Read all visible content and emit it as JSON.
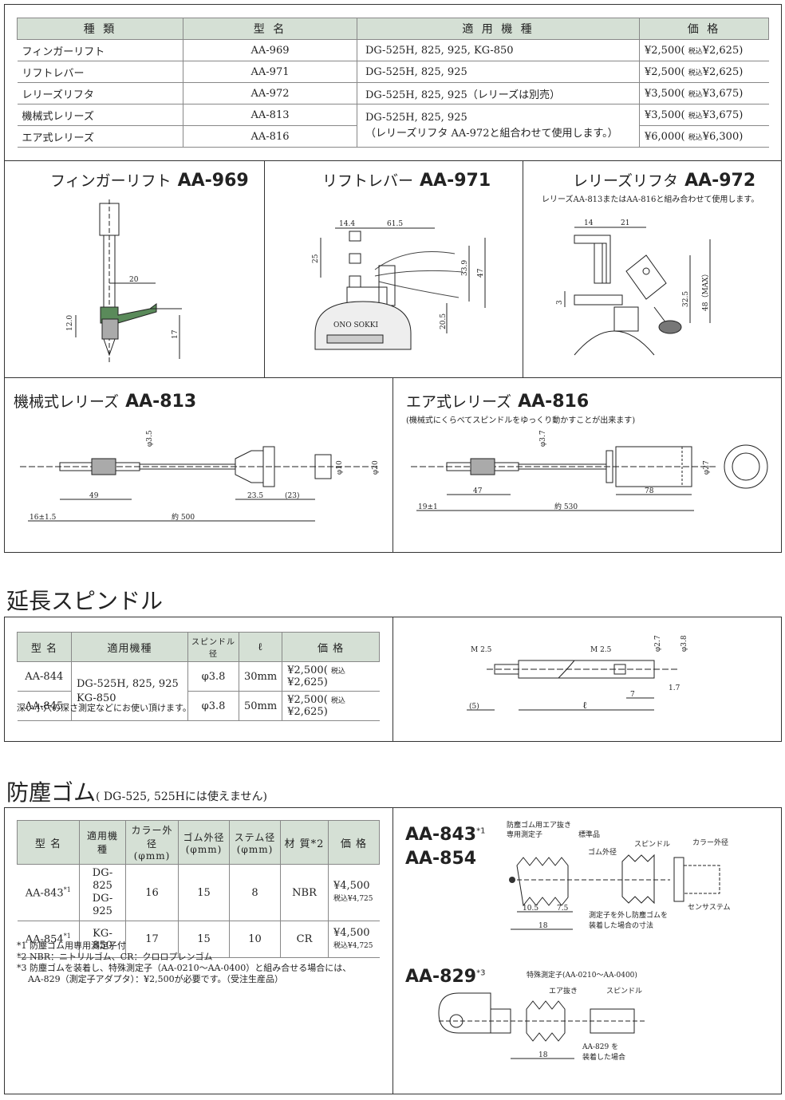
{
  "top_table": {
    "headers": [
      "種 類",
      "型 名",
      "適 用 機 種",
      "価 格"
    ],
    "rows": [
      {
        "type": "フィンガーリフト",
        "model": "AA-969",
        "models": "DG-525H, 825, 925, KG-850",
        "price": "¥2,500",
        "tax_label": "税込",
        "tax_price": "¥2,625"
      },
      {
        "type": "リフトレバー",
        "model": "AA-971",
        "models": "DG-525H, 825, 925",
        "price": "¥2,500",
        "tax_label": "税込",
        "tax_price": "¥2,625"
      },
      {
        "type": "レリーズリフタ",
        "model": "AA-972",
        "models": "DG-525H, 825, 925（レリーズは別売）",
        "price": "¥3,500",
        "tax_label": "税込",
        "tax_price": "¥3,675"
      },
      {
        "type": "機械式レリーズ",
        "model": "AA-813",
        "models": "DG-525H, 825, 925",
        "price": "¥3,500",
        "tax_label": "税込",
        "tax_price": "¥3,675"
      },
      {
        "type": "エア式レリーズ",
        "model": "AA-816",
        "models": "（レリーズリフタ AA-972と組合わせて使用します。）",
        "price": "¥6,000",
        "tax_label": "税込",
        "tax_price": "¥6,300"
      }
    ]
  },
  "diagrams": {
    "aa969": {
      "name": "フィンガーリフト",
      "model": "AA-969",
      "dims": [
        "20",
        "12.0",
        "17"
      ]
    },
    "aa971": {
      "name": "リフトレバー",
      "model": "AA-971",
      "dims": [
        "14.4",
        "61.5",
        "25",
        "33.9",
        "47",
        "20.5"
      ],
      "brand": "ONO SOKKI"
    },
    "aa972": {
      "name": "レリーズリフタ",
      "model": "AA-972",
      "note": "レリーズAA-813またはAA-816と組み合わせて使用します。",
      "dims": [
        "14",
        "21",
        "3",
        "32.5",
        "48（MAX）"
      ]
    },
    "aa813": {
      "name": "機械式レリーズ",
      "model": "AA-813",
      "dims": [
        "φ3.5",
        "φ10",
        "φ20",
        "49",
        "23.5",
        "(23)",
        "16±1.5",
        "約 500"
      ]
    },
    "aa816": {
      "name": "エア式レリーズ",
      "model": "AA-816",
      "note": "(機械式にくらべてスピンドルをゆっくり動かすことが出来ます)",
      "dims": [
        "φ3.7",
        "φ27",
        "47",
        "78",
        "19±1",
        "約 530"
      ]
    }
  },
  "spindle": {
    "title": "延長スピンドル",
    "headers": [
      "型 名",
      "適用機種",
      "スピンドル径",
      "ℓ",
      "価 格"
    ],
    "models_text": [
      "DG-525H, 825, 925",
      "KG-850"
    ],
    "rows": [
      {
        "model": "AA-844",
        "dia": "φ3.8",
        "length": "30mm",
        "price": "¥2,500",
        "tax_label": "税込",
        "tax_price": "¥2,625"
      },
      {
        "model": "AA-845",
        "dia": "φ3.8",
        "length": "50mm",
        "price": "¥2,500",
        "tax_label": "税込",
        "tax_price": "¥2,625"
      }
    ],
    "note": "深い小穴の深さ測定などにお使い頂けます。",
    "dims": [
      "M 2.5",
      "M 2.5",
      "φ2.7",
      "φ3.8",
      "1.7",
      "7",
      "(5)",
      "ℓ"
    ]
  },
  "boot": {
    "title": "防塵ゴム",
    "subtitle": "( DG-525, 525Hには使えません)",
    "headers": [
      "型 名",
      "適用機種",
      "カラー外径\n(φmm)",
      "ゴム外径\n(φmm)",
      "ステム径\n(φmm)",
      "材 質*2",
      "価 格"
    ],
    "rows": [
      {
        "model": "AA-843",
        "sup": "*1",
        "apps": [
          "DG-825",
          "DG-925"
        ],
        "collar": "16",
        "rubber": "15",
        "stem": "8",
        "material": "NBR",
        "price": "¥4,500",
        "tax": "税込¥4,725"
      },
      {
        "model": "AA-854",
        "sup": "*1",
        "apps": [
          "KG-850"
        ],
        "collar": "17",
        "rubber": "15",
        "stem": "10",
        "material": "CR",
        "price": "¥4,500",
        "tax": "税込¥4,725"
      }
    ],
    "footnotes": [
      "*1 防塵ゴム用専用測定子付",
      "*2 NBR：ニトリルゴム、CR：クロロプレンゴム",
      "*3 防塵ゴムを装着し、特殊測定子（AA-0210～AA-0400）と組み合せる場合には、",
      "    AA-829（測定子アダプタ）：¥2,500が必要です。（受注生産品）"
    ],
    "fig1": {
      "models": [
        "AA-843",
        "AA-854"
      ],
      "sup": "*1",
      "labels": [
        "防塵ゴム用",
        "専用測定子",
        "エア抜き",
        "標準品",
        "ゴム外径",
        "スピンドル",
        "カラー外径",
        "センサステム",
        "10.5",
        "7.5",
        "18",
        "測定子を外し防塵ゴムを",
        "装着した場合の寸法"
      ]
    },
    "fig2": {
      "model": "AA-829",
      "sup": "*3",
      "labels": [
        "特殊測定子(AA-0210～AA-0400)",
        "エア抜き",
        "スピンドル",
        "18",
        "AA-829 を",
        "装着した場合"
      ]
    }
  }
}
